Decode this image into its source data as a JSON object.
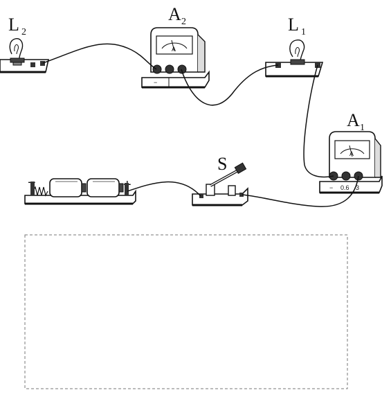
{
  "labels": {
    "bulb_left": {
      "letter": "L",
      "sub": "2"
    },
    "ammeter_top": {
      "letter": "A",
      "sub": "2"
    },
    "bulb_right": {
      "letter": "L",
      "sub": "1"
    },
    "ammeter_right": {
      "letter": "A",
      "sub": "1"
    },
    "switch": "S"
  },
  "battery": {
    "minus": "−",
    "plus": "+"
  },
  "meter_dial_letter": "A",
  "meter_terminal_marks": {
    "left": "−",
    "mid": "0.6",
    "right": "3"
  },
  "answer_box": {
    "style": "dashed",
    "content": ""
  }
}
